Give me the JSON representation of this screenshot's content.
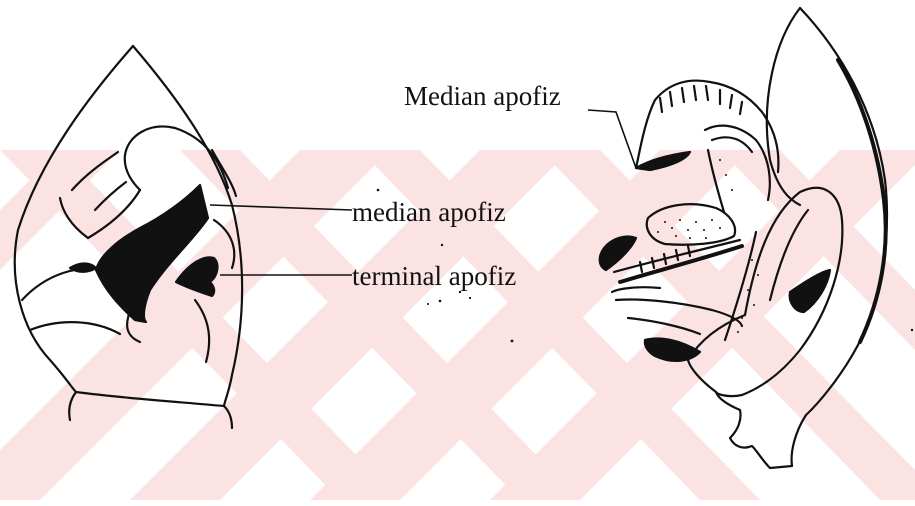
{
  "labels": {
    "median_apofiz_upper": "Median apofiz",
    "median_apofiz_lower": "median apofiz",
    "terminal_apofiz": "terminal apofiz"
  },
  "colors": {
    "ink": "#111111",
    "watermark": "#fbe3e4",
    "background": "#ffffff"
  }
}
